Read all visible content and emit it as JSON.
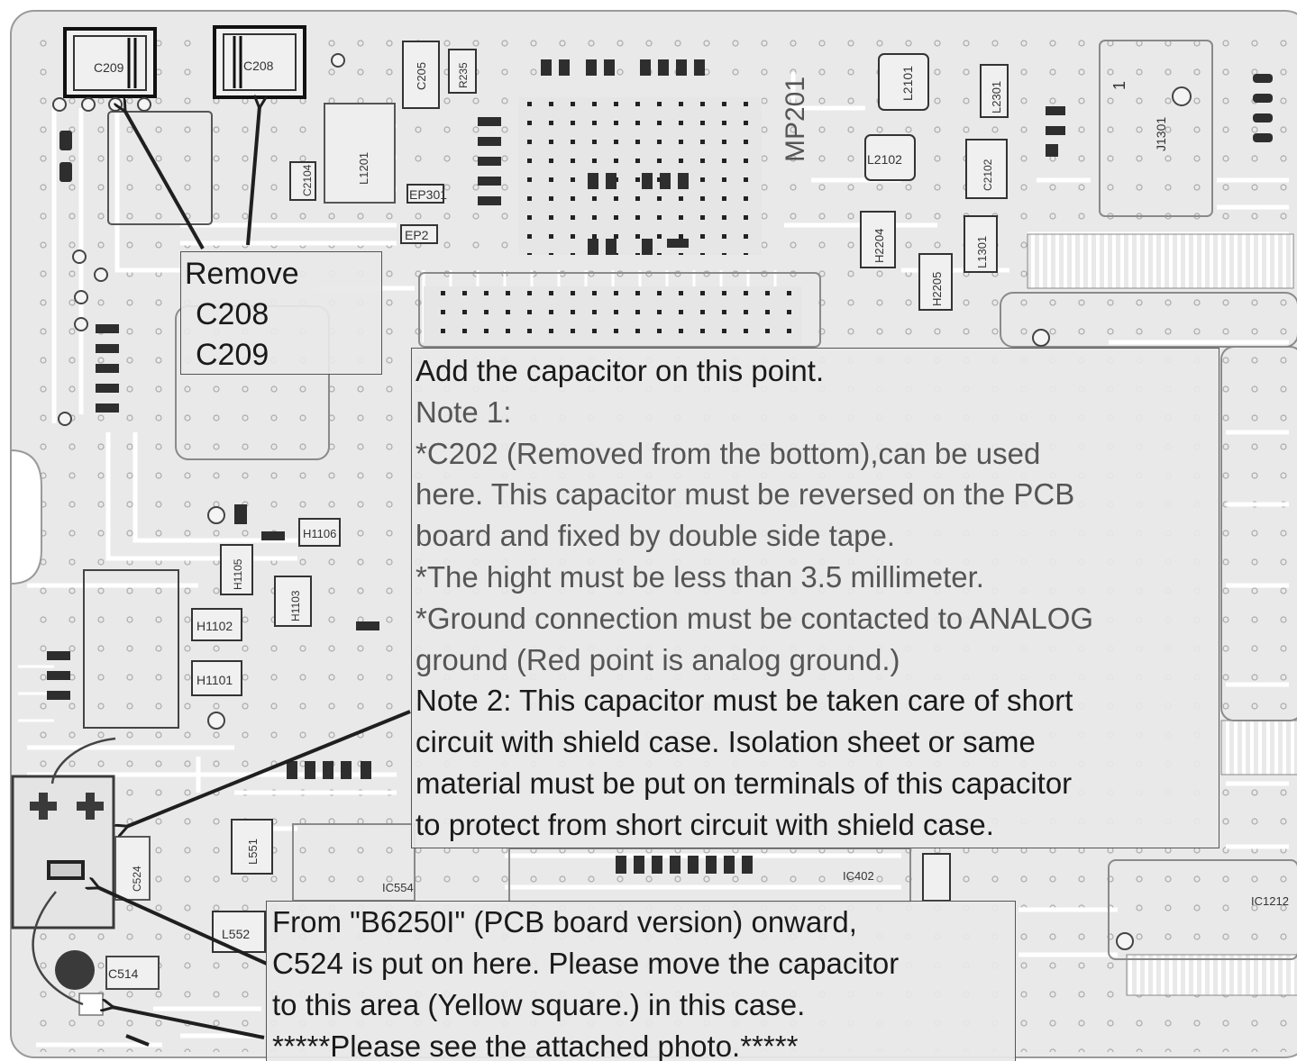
{
  "notes": {
    "remove": {
      "lines": [
        "Remove",
        "C208",
        "C209"
      ]
    },
    "add_capacitor": {
      "lines": [
        "Add the capacitor on this point.",
        "Note 1:",
        "*C202 (Removed from the bottom),can be used",
        "here. This capacitor must be reversed on the  PCB",
        "board and fixed by double side tape.",
        "*The hight must be less than 3.5 millimeter.",
        "*Ground connection must be contacted to ANALOG",
        "ground (Red point is analog ground.)",
        "Note 2: This capacitor must be taken care of short",
        "circuit with shield case. Isolation sheet or same",
        "material must be put on terminals of this capacitor",
        "to protect from short circuit with shield case."
      ]
    },
    "move_c524": {
      "lines": [
        "From \"B6250I\" (PCB board version) onward,",
        "C524 is put on here. Please move the capacitor",
        "to this area (Yellow square.) in this case.",
        "*****Please see the attached photo.*****"
      ]
    }
  },
  "component_labels": {
    "c209": "C209",
    "c208": "C208",
    "c205": "C205",
    "r235": "R235",
    "mp201": "MP201",
    "l2101": "L2101",
    "l2102": "L2102",
    "j1301": "J1301",
    "ep301": "EP301",
    "ep2": "EP2",
    "h2204": "H2204",
    "h2205": "H2205",
    "h1106": "H1106",
    "h1102": "H1102",
    "h1101": "H1101",
    "h1103": "H1103",
    "h1105": "H1105",
    "ic554": "IC554",
    "ic402": "IC402",
    "ic1212": "IC1212",
    "l551": "L551",
    "l552": "L552",
    "c514": "C514",
    "c524": "C524",
    "l2301": "L2301",
    "c2104": "C2104",
    "c2102": "C2102",
    "l1301": "L1301",
    "l1201": "L1201",
    "pin1": "1"
  },
  "colors": {
    "board": "#e9e9e9",
    "trace": "#ffffff",
    "pad": "#2e2e2e",
    "arrow": "#1f1f1f",
    "ground_point": "#3a3a3a"
  }
}
